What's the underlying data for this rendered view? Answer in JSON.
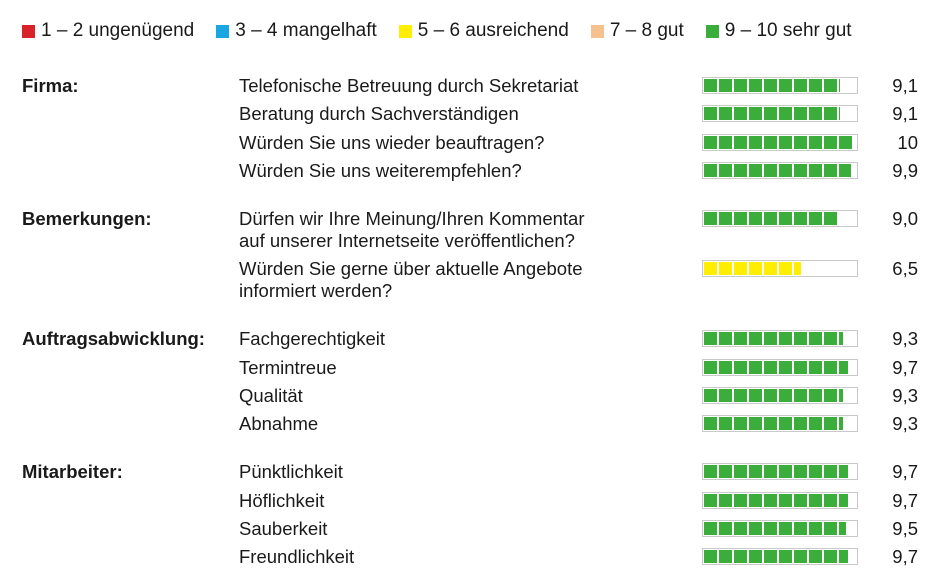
{
  "legend": [
    {
      "label": "1 – 2 ungenügend",
      "color": "#d9232a"
    },
    {
      "label": "3 – 4 mangelhaft",
      "color": "#1aa6e0"
    },
    {
      "label": "5 – 6 ausreichend",
      "color": "#ffee00"
    },
    {
      "label": "7 – 8 gut",
      "color": "#f6c08f"
    },
    {
      "label": "9 – 10 sehr gut",
      "color": "#3aad3a"
    }
  ],
  "chart_data": {
    "type": "bar",
    "orientation": "horizontal",
    "scale": [
      0,
      10
    ],
    "groups": [
      {
        "name": "Firma:",
        "items": [
          {
            "label": [
              "Telefonische Betreuung durch Sekretariat"
            ],
            "value": 9.1,
            "display": "9,1",
            "color": "#3aad3a"
          },
          {
            "label": [
              "Beratung durch Sachverständigen"
            ],
            "value": 9.1,
            "display": "9,1",
            "color": "#3aad3a"
          },
          {
            "label": [
              "Würden Sie uns wieder beauftragen?"
            ],
            "value": 10,
            "display": "10",
            "color": "#3aad3a"
          },
          {
            "label": [
              "Würden Sie uns weiterempfehlen?"
            ],
            "value": 9.9,
            "display": "9,9",
            "color": "#3aad3a"
          }
        ]
      },
      {
        "name": "Bemerkungen:",
        "items": [
          {
            "label": [
              "Dürfen wir Ihre Meinung/Ihren Kommentar",
              "auf unserer Internetseite veröffentlichen?"
            ],
            "value": 9.0,
            "display": "9,0",
            "color": "#3aad3a"
          },
          {
            "label": [
              "Würden Sie gerne über aktuelle Angebote",
              "informiert werden?"
            ],
            "value": 6.5,
            "display": "6,5",
            "color": "#ffee00"
          }
        ]
      },
      {
        "name": "Auftragsabwicklung:",
        "items": [
          {
            "label": [
              "Fachgerechtigkeit"
            ],
            "value": 9.3,
            "display": "9,3",
            "color": "#3aad3a"
          },
          {
            "label": [
              "Termintreue"
            ],
            "value": 9.7,
            "display": "9,7",
            "color": "#3aad3a"
          },
          {
            "label": [
              "Qualität"
            ],
            "value": 9.3,
            "display": "9,3",
            "color": "#3aad3a"
          },
          {
            "label": [
              "Abnahme"
            ],
            "value": 9.3,
            "display": "9,3",
            "color": "#3aad3a"
          }
        ]
      },
      {
        "name": "Mitarbeiter:",
        "items": [
          {
            "label": [
              "Pünktlichkeit"
            ],
            "value": 9.7,
            "display": "9,7",
            "color": "#3aad3a"
          },
          {
            "label": [
              "Höflichkeit"
            ],
            "value": 9.7,
            "display": "9,7",
            "color": "#3aad3a"
          },
          {
            "label": [
              "Sauberkeit"
            ],
            "value": 9.5,
            "display": "9,5",
            "color": "#3aad3a"
          },
          {
            "label": [
              "Freundlichkeit"
            ],
            "value": 9.7,
            "display": "9,7",
            "color": "#3aad3a"
          }
        ]
      }
    ]
  }
}
